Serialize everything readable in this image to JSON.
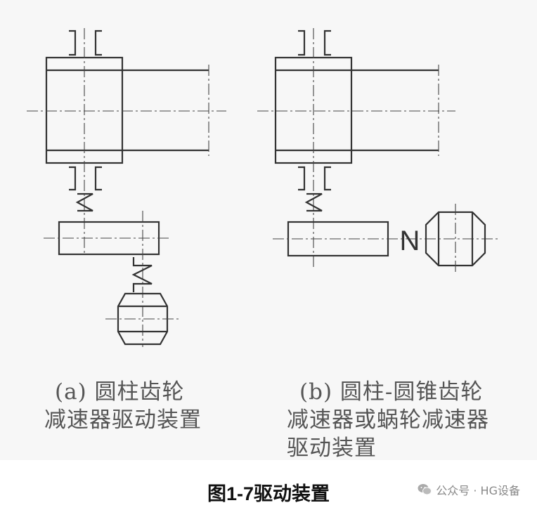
{
  "figure": {
    "caption_a": {
      "line1": "(a) 圆柱齿轮",
      "line2": "减速器驱动装置"
    },
    "caption_b": {
      "line1": "(b) 圆柱-圆锥齿轮",
      "line2": "减速器或蜗轮减速器",
      "line3": "驱动装置"
    },
    "coupling_mark": "N"
  },
  "title": "图1-7驱动装置",
  "watermark": {
    "text": "公众号 · HG设备",
    "icon": "wechat-icon"
  },
  "colors": {
    "line": "#333333",
    "caption": "#555555",
    "title": "#111111",
    "watermark": "#888888"
  }
}
